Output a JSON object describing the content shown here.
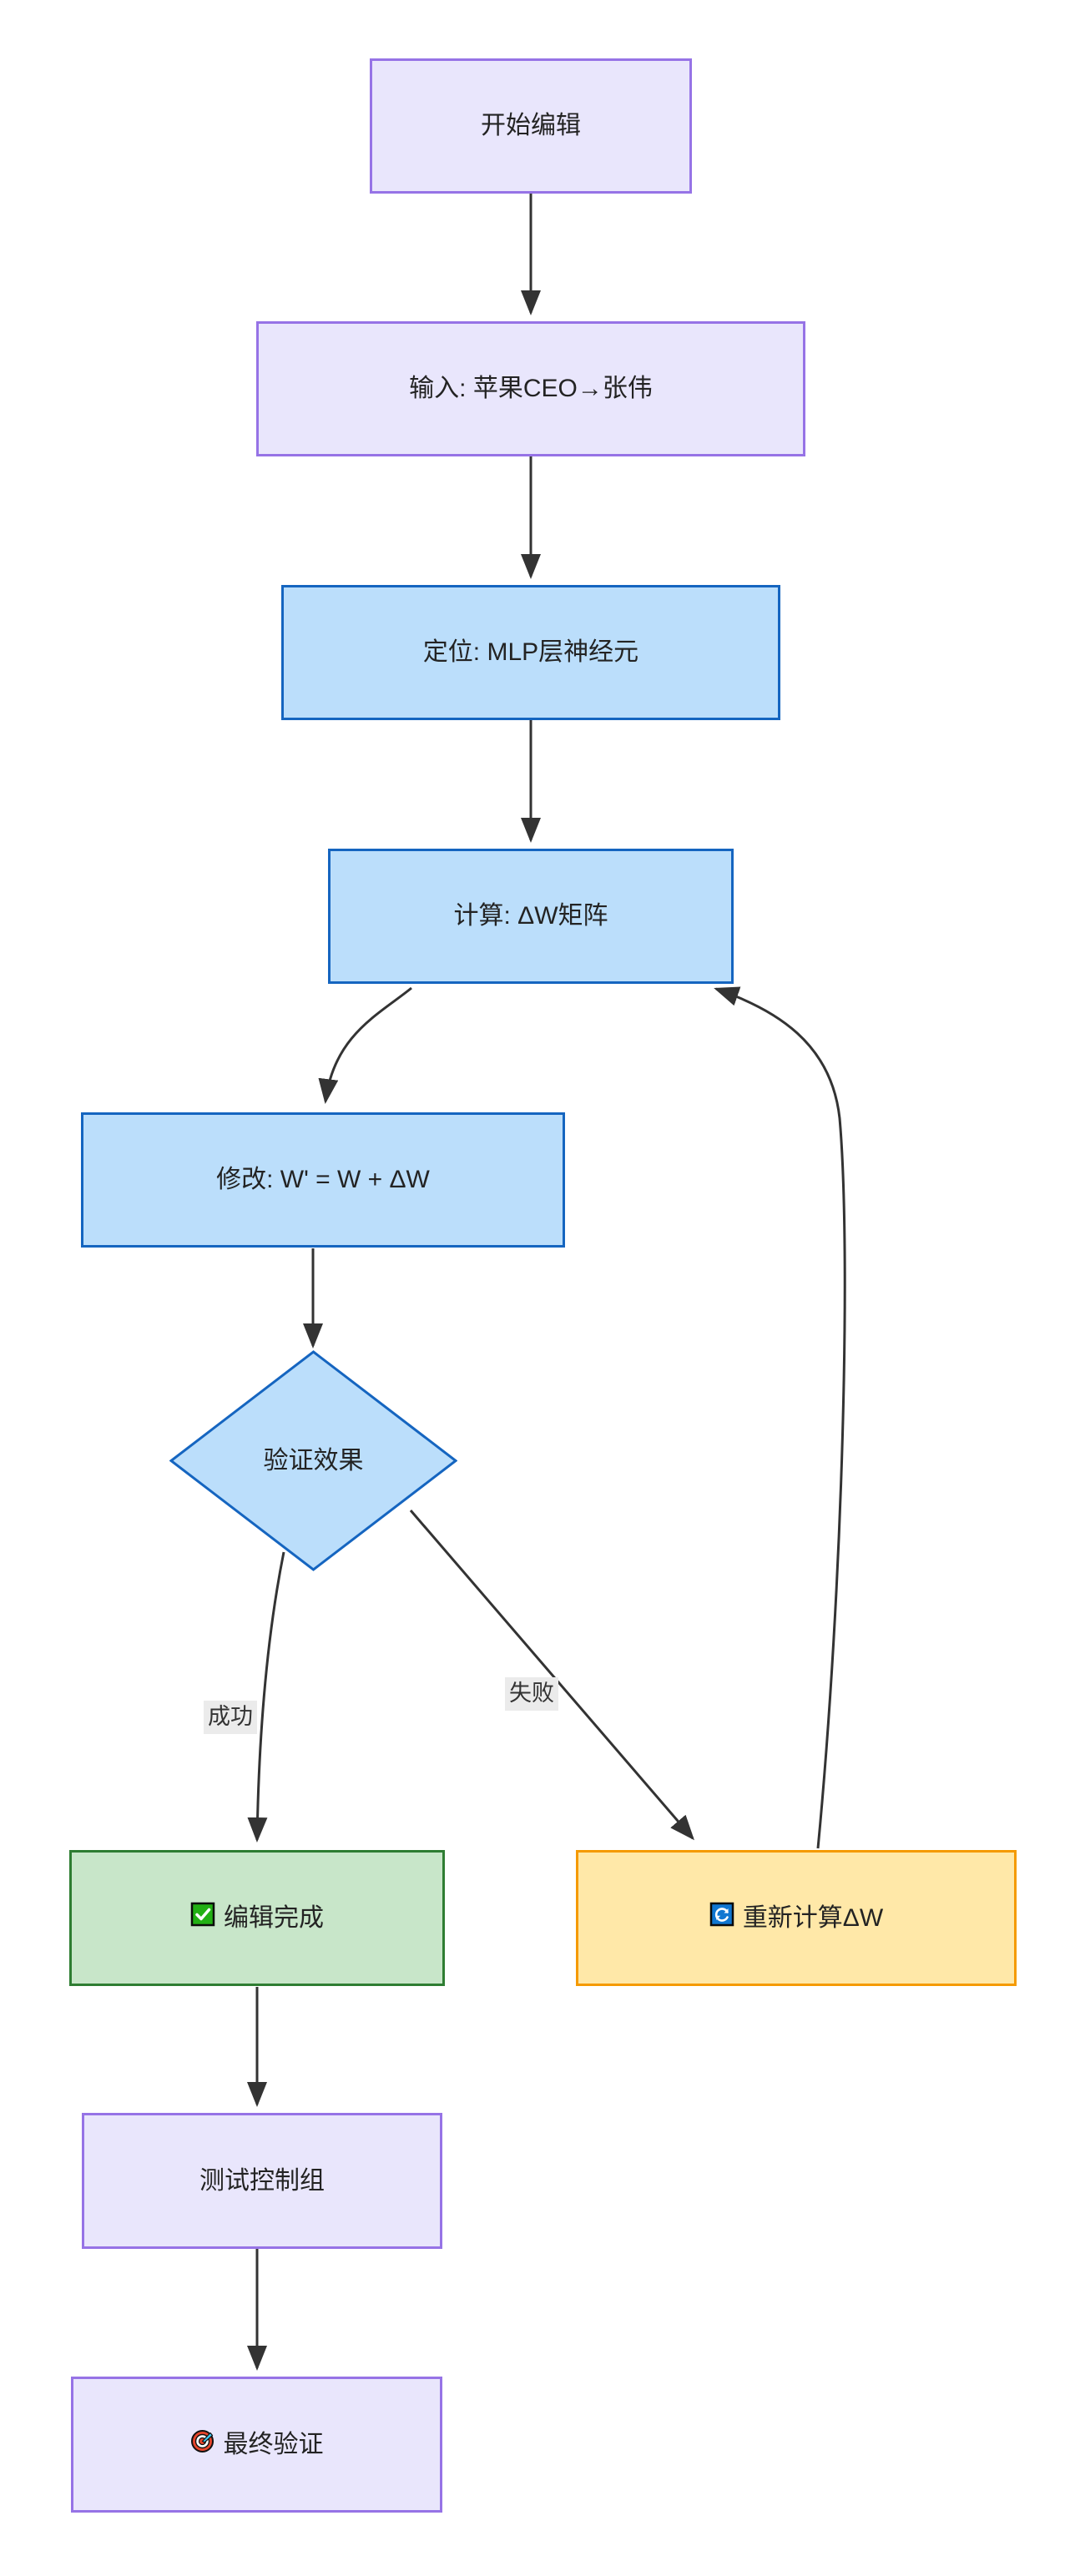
{
  "diagram": {
    "type": "flowchart",
    "direction": "top-down",
    "background": "#ffffff",
    "theme": {
      "purple_fill": "#E9E6FC",
      "purple_stroke": "#9673E6",
      "blue_fill": "#BBDEFB",
      "blue_stroke": "#1565C0",
      "green_fill": "#C8E6C9",
      "green_stroke": "#2E7D32",
      "orange_fill": "#FFE8A8",
      "orange_stroke": "#F59A00",
      "edge_color": "#333333",
      "edge_label_bg": "#EBEBEB",
      "text_color": "#232323"
    },
    "nodes": [
      {
        "id": "start",
        "label": "开始编辑",
        "shape": "rect",
        "style": "purple",
        "icon": null
      },
      {
        "id": "input",
        "label": "输入: 苹果CEO→张伟",
        "shape": "rect",
        "style": "purple",
        "icon": null
      },
      {
        "id": "locate",
        "label": "定位: MLP层神经元",
        "shape": "rect",
        "style": "blue",
        "icon": null
      },
      {
        "id": "compute",
        "label": "计算: ΔW矩阵",
        "shape": "rect",
        "style": "blue",
        "icon": null
      },
      {
        "id": "modify",
        "label": "修改: W' = W + ΔW",
        "shape": "rect",
        "style": "blue",
        "icon": null
      },
      {
        "id": "verify",
        "label": "验证效果",
        "shape": "diamond",
        "style": "blue",
        "icon": null
      },
      {
        "id": "done",
        "label": "编辑完成",
        "shape": "rect",
        "style": "green",
        "icon": "check-mark-button-emoji"
      },
      {
        "id": "recompute",
        "label": "重新计算ΔW",
        "shape": "rect",
        "style": "orange",
        "icon": "counterclockwise-arrows-emoji"
      },
      {
        "id": "control",
        "label": "测试控制组",
        "shape": "rect",
        "style": "purple",
        "icon": null
      },
      {
        "id": "final",
        "label": "最终验证",
        "shape": "rect",
        "style": "purple",
        "icon": "direct-hit-emoji"
      }
    ],
    "edges": [
      {
        "from": "start",
        "to": "input",
        "label": ""
      },
      {
        "from": "input",
        "to": "locate",
        "label": ""
      },
      {
        "from": "locate",
        "to": "compute",
        "label": ""
      },
      {
        "from": "compute",
        "to": "modify",
        "label": ""
      },
      {
        "from": "modify",
        "to": "verify",
        "label": ""
      },
      {
        "from": "verify",
        "to": "done",
        "label": "成功"
      },
      {
        "from": "verify",
        "to": "recompute",
        "label": "失败"
      },
      {
        "from": "recompute",
        "to": "compute",
        "label": ""
      },
      {
        "from": "done",
        "to": "control",
        "label": ""
      },
      {
        "from": "control",
        "to": "final",
        "label": ""
      }
    ],
    "edge_labels": {
      "success": "成功",
      "failure": "失败"
    }
  }
}
